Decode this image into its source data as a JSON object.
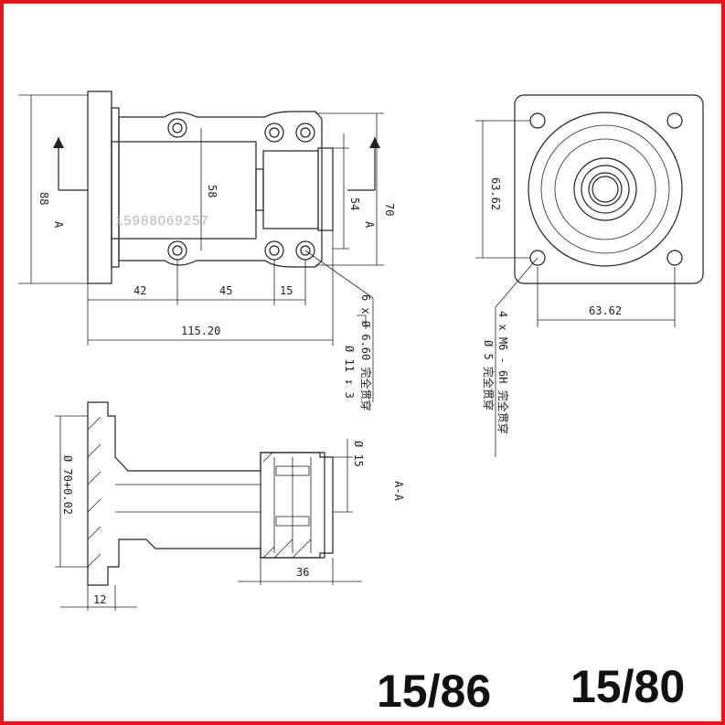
{
  "dims": {
    "d88": "88",
    "a_left": "A",
    "d58": "58",
    "d70": "70",
    "d54": "54",
    "a_right": "A",
    "d42": "42",
    "d45": "45",
    "d15": "15",
    "d115": "115.20",
    "d6360_vert": "63.62",
    "d6362_horiz": "63.62",
    "phi70": "Ø 70+0.02",
    "d12": "12",
    "d36": "36",
    "phi15": "Ø 15",
    "section": "A-A"
  },
  "notes": {
    "holes_side_1": "6 x Ø 6.60 完全贯穿",
    "holes_side_2": "Ø 11 ↧ 3",
    "holes_face_1": "4 x M6 - 6H 完全贯穿",
    "holes_face_2": "Ø 5 完全贯穿"
  },
  "watermark": "15988069257",
  "models": {
    "left": "15/86",
    "right": "15/80"
  }
}
